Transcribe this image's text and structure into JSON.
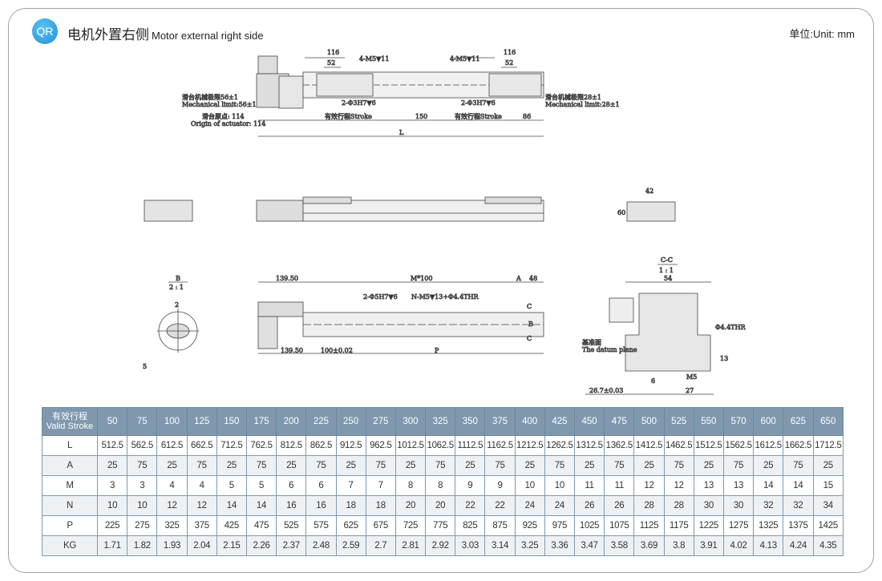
{
  "header": {
    "badge": "QR",
    "title_cn": "电机外置右侧",
    "title_en": "Motor external right side",
    "unit": "单位:Unit: mm"
  },
  "drawing": {
    "top_view": {
      "dim_116_left": "116",
      "dim_52_left": "52",
      "dim_116_right": "116",
      "dim_52_right": "52",
      "thread_left": "4-M5▼11",
      "thread_right": "4-M5▼11",
      "pin_left": "2-Φ3H7▼6",
      "pin_right": "2-Φ3H7▼6",
      "mech_limit_left_cn": "滑台机械极限56±1",
      "mech_limit_left_en": "Mechanical limit:56±1",
      "mech_limit_right_cn": "滑台机械极限28±1",
      "mech_limit_right_en": "Mechanical limit:28±1",
      "origin_cn": "滑台原点: 114",
      "origin_en": "Origin of actuator: 114",
      "stroke_left": "有效行程Stroke",
      "stroke_right": "有效行程Stroke",
      "dim_150": "150",
      "dim_86": "86",
      "dim_L": "L"
    },
    "end_view": {
      "dim_42": "42",
      "dim_60": "60"
    },
    "detail_b": {
      "title": "B",
      "scale": "2 : 1",
      "dim_2": "2",
      "dim_5": "5"
    },
    "bottom_view": {
      "dim_139_top": "139.50",
      "dim_m100": "M*100",
      "dim_A": "A",
      "dim_48": "48",
      "pin": "2-Φ5H7▼6",
      "thread": "N-M5▼13+Φ4.4THR",
      "label_c_top": "C",
      "label_b": "B",
      "label_c_bottom": "C",
      "dim_139_bottom": "139.50",
      "dim_100": "100±0.02",
      "dim_P": "P"
    },
    "section_cc": {
      "title": "C-C",
      "scale": "1 : 1",
      "dim_54": "54",
      "thr": "Φ4.4THR",
      "datum_cn": "基准面",
      "datum_en": "The datum plane",
      "dim_13": "13",
      "dim_6": "6",
      "dim_m5": "M5",
      "dim_26": "26.7±0.03",
      "dim_27": "27"
    }
  },
  "table": {
    "header_cn": "有效行程",
    "header_en": "Valid Stroke",
    "strokes": [
      "50",
      "75",
      "100",
      "125",
      "150",
      "175",
      "200",
      "225",
      "250",
      "275",
      "300",
      "325",
      "350",
      "375",
      "400",
      "425",
      "450",
      "475",
      "500",
      "525",
      "550",
      "570",
      "600",
      "625",
      "650"
    ],
    "rows": [
      {
        "label": "L",
        "values": [
          "512.5",
          "562.5",
          "612.5",
          "662.5",
          "712.5",
          "762.5",
          "812.5",
          "862.5",
          "912.5",
          "962.5",
          "1012.5",
          "1062.5",
          "1112.5",
          "1162.5",
          "1212.5",
          "1262.5",
          "1312.5",
          "1362.5",
          "1412.5",
          "1462.5",
          "1512.5",
          "1562.5",
          "1612.5",
          "1662.5",
          "1712.5"
        ]
      },
      {
        "label": "A",
        "values": [
          "25",
          "75",
          "25",
          "75",
          "25",
          "75",
          "25",
          "75",
          "25",
          "75",
          "25",
          "75",
          "25",
          "75",
          "25",
          "75",
          "25",
          "75",
          "25",
          "75",
          "25",
          "75",
          "25",
          "75",
          "25"
        ]
      },
      {
        "label": "M",
        "values": [
          "3",
          "3",
          "4",
          "4",
          "5",
          "5",
          "6",
          "6",
          "7",
          "7",
          "8",
          "8",
          "9",
          "9",
          "10",
          "10",
          "11",
          "11",
          "12",
          "12",
          "13",
          "13",
          "14",
          "14",
          "15"
        ]
      },
      {
        "label": "N",
        "values": [
          "10",
          "10",
          "12",
          "12",
          "14",
          "14",
          "16",
          "16",
          "18",
          "18",
          "20",
          "20",
          "22",
          "22",
          "24",
          "24",
          "26",
          "26",
          "28",
          "28",
          "30",
          "30",
          "32",
          "32",
          "34"
        ]
      },
      {
        "label": "P",
        "values": [
          "225",
          "275",
          "325",
          "375",
          "425",
          "475",
          "525",
          "575",
          "625",
          "675",
          "725",
          "775",
          "825",
          "875",
          "925",
          "975",
          "1025",
          "1075",
          "1125",
          "1175",
          "1225",
          "1275",
          "1325",
          "1375",
          "1425"
        ]
      },
      {
        "label": "KG",
        "values": [
          "1.71",
          "1.82",
          "1.93",
          "2.04",
          "2.15",
          "2.26",
          "2.37",
          "2.48",
          "2.59",
          "2.7",
          "2.81",
          "2.92",
          "3.03",
          "3.14",
          "3.25",
          "3.36",
          "3.47",
          "3.58",
          "3.69",
          "3.8",
          "3.91",
          "4.02",
          "4.13",
          "4.24",
          "4.35"
        ]
      }
    ]
  }
}
